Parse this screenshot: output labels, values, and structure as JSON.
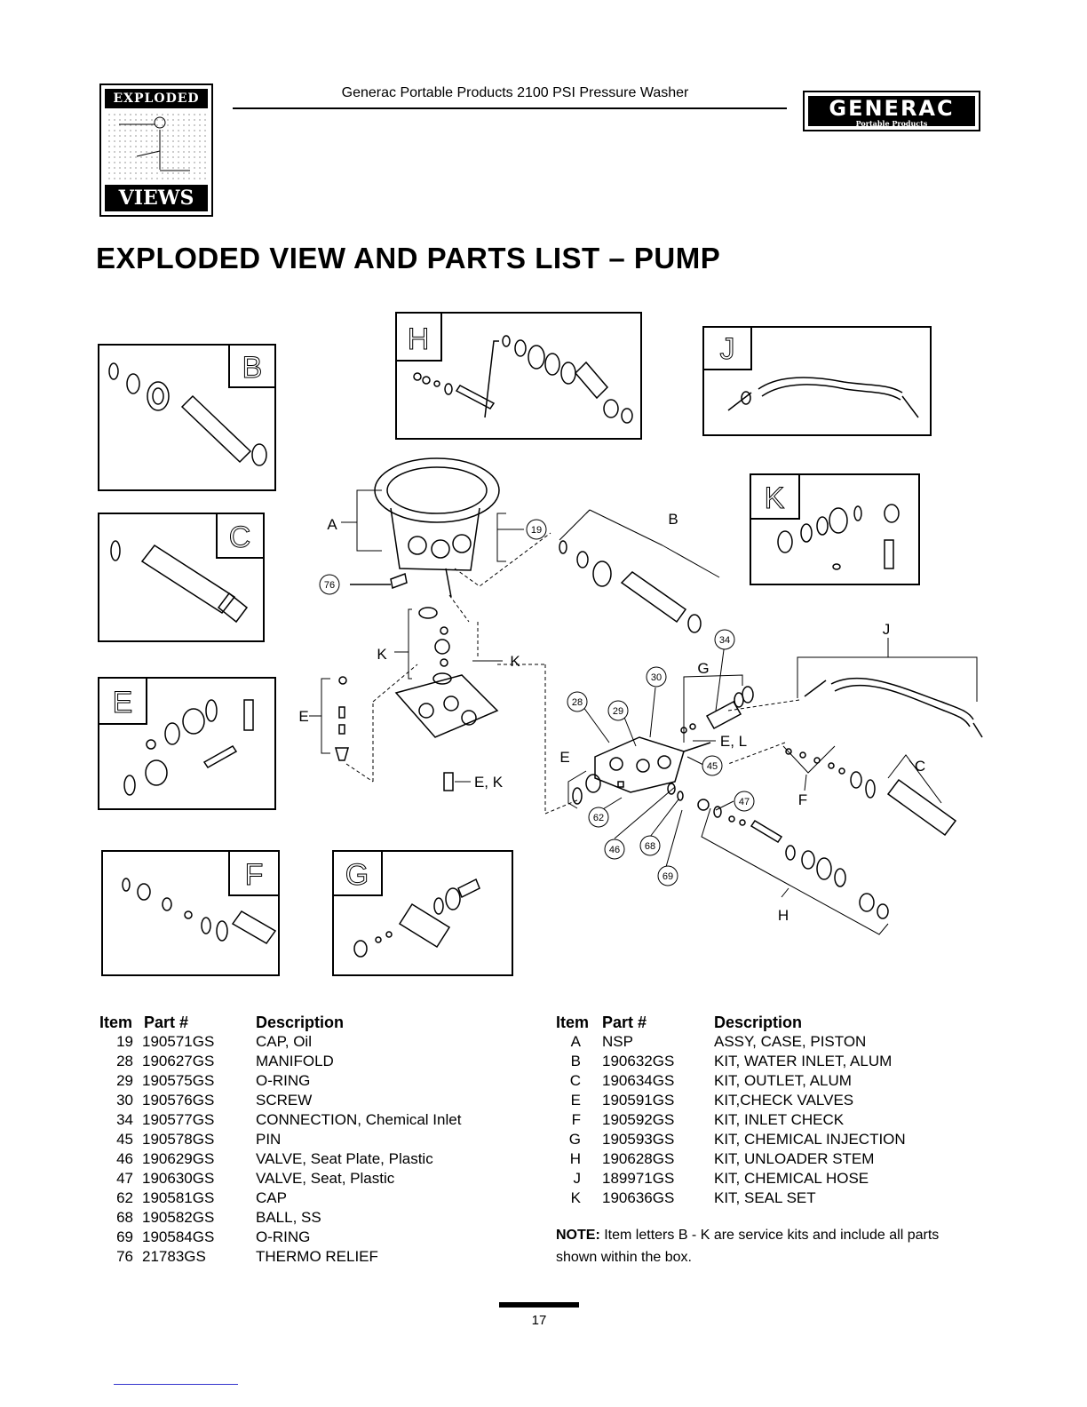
{
  "header": {
    "left_logo_top": "EXPLODED",
    "left_logo_bottom": "VIEWS",
    "title": "Generac Portable Products 2100 PSI Pressure Washer",
    "right_logo_brand": "GENERAC",
    "right_logo_sub": "Portable Products"
  },
  "page_title": "EXPLODED VIEW AND PARTS LIST – PUMP",
  "diagram": {
    "kit_boxes": [
      "B",
      "C",
      "E",
      "F",
      "G",
      "H",
      "J",
      "K"
    ],
    "labels": {
      "A": "A",
      "B": "B",
      "C": "C",
      "E": "E",
      "F": "F",
      "G": "G",
      "H": "H",
      "J": "J",
      "K1": "K",
      "K2": "K",
      "EL": "E, L",
      "EK": "E, K",
      "H2": "H"
    },
    "callouts": [
      "19",
      "76",
      "28",
      "29",
      "30",
      "34",
      "45",
      "47",
      "62",
      "46",
      "68",
      "69"
    ]
  },
  "table_left": {
    "headers": {
      "item": "Item",
      "part": "Part #",
      "desc": "Description"
    },
    "rows": [
      {
        "item": "19",
        "part": "190571GS",
        "desc": "CAP, Oil"
      },
      {
        "item": "28",
        "part": "190627GS",
        "desc": "MANIFOLD"
      },
      {
        "item": "29",
        "part": "190575GS",
        "desc": "O-RING"
      },
      {
        "item": "30",
        "part": "190576GS",
        "desc": "SCREW"
      },
      {
        "item": "34",
        "part": "190577GS",
        "desc": "CONNECTION, Chemical Inlet"
      },
      {
        "item": "45",
        "part": "190578GS",
        "desc": "PIN"
      },
      {
        "item": "46",
        "part": "190629GS",
        "desc": "VALVE, Seat Plate, Plastic"
      },
      {
        "item": "47",
        "part": "190630GS",
        "desc": "VALVE, Seat, Plastic"
      },
      {
        "item": "62",
        "part": "190581GS",
        "desc": "CAP"
      },
      {
        "item": "68",
        "part": "190582GS",
        "desc": "BALL, SS"
      },
      {
        "item": "69",
        "part": "190584GS",
        "desc": "O-RING"
      },
      {
        "item": "76",
        "part": "21783GS",
        "desc": "THERMO RELIEF"
      }
    ]
  },
  "table_right": {
    "headers": {
      "item": "Item",
      "part": "Part #",
      "desc": "Description"
    },
    "rows": [
      {
        "item": "A",
        "part": "NSP",
        "desc": "ASSY, CASE, PISTON"
      },
      {
        "item": "B",
        "part": "190632GS",
        "desc": "KIT, WATER INLET, ALUM"
      },
      {
        "item": "C",
        "part": "190634GS",
        "desc": "KIT, OUTLET, ALUM"
      },
      {
        "item": "E",
        "part": "190591GS",
        "desc": "KIT,CHECK VALVES"
      },
      {
        "item": "F",
        "part": "190592GS",
        "desc": "KIT, INLET CHECK"
      },
      {
        "item": "G",
        "part": "190593GS",
        "desc": "KIT, CHEMICAL INJECTION"
      },
      {
        "item": "H",
        "part": "190628GS",
        "desc": "KIT, UNLOADER STEM"
      },
      {
        "item": "J",
        "part": "189971GS",
        "desc": "KIT, CHEMICAL HOSE"
      },
      {
        "item": "K",
        "part": "190636GS",
        "desc": "KIT, SEAL SET"
      }
    ]
  },
  "note": {
    "label": "NOTE:",
    "text": "Item letters B - K are service kits and include all parts shown within the box."
  },
  "page_number": "17"
}
